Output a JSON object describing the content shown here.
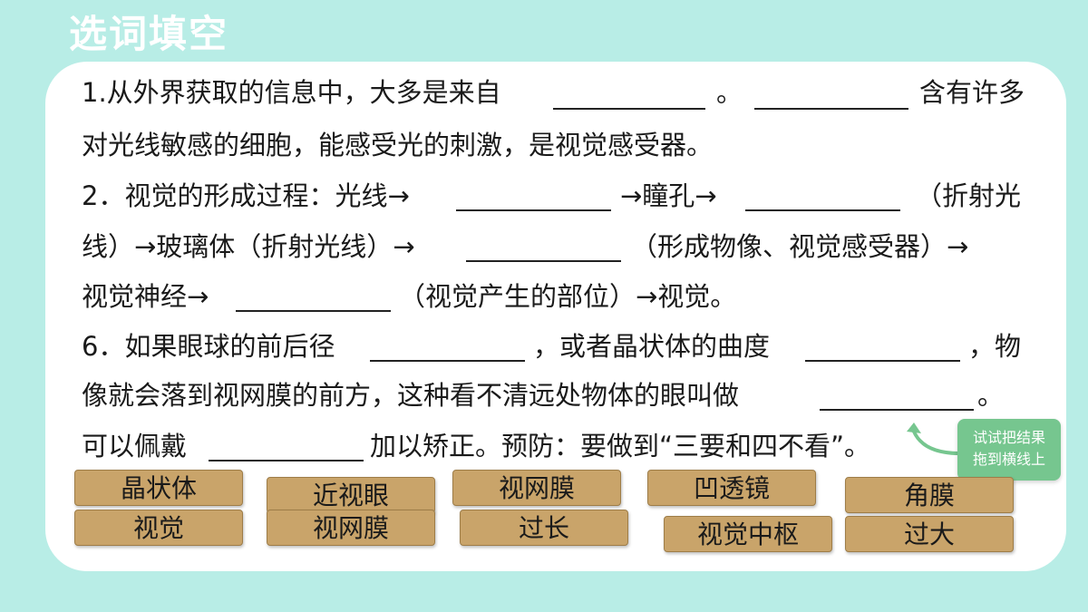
{
  "title": "选词填空",
  "lines": [
    "1.从外界获取的信息中，大多是来自",
    "。",
    "含有许多",
    "对光线敏感的细胞，能感受光的刺激，是视觉感受器。",
    "2．视觉的形成过程：光线→",
    "→瞳孔→",
    "（折射光",
    "线）→玻璃体（折射光线）→",
    "（形成物像、视觉感受器）→",
    "视觉神经→",
    "（视觉产生的部位）→视觉。",
    "6．如果眼球的前后径",
    "，或者晶状体的曲度",
    "，物",
    "像就会落到视网膜的前方，这种看不清远处物体的眼叫做",
    "。",
    "可以佩戴",
    "加以矫正。预防：要做到“三要和四不看”。"
  ],
  "tip": {
    "line1": "试试把结果",
    "line2": "拖到横线上",
    "color": "#76c68f"
  },
  "chips": [
    "晶状体",
    "近视眼",
    "视网膜",
    "凹透镜",
    "角膜",
    "视觉",
    "视网膜",
    "过长",
    "视觉中枢",
    "过大"
  ],
  "colors": {
    "background": "#b8ede6",
    "card": "#ffffff",
    "chip": "#c9a46a"
  }
}
